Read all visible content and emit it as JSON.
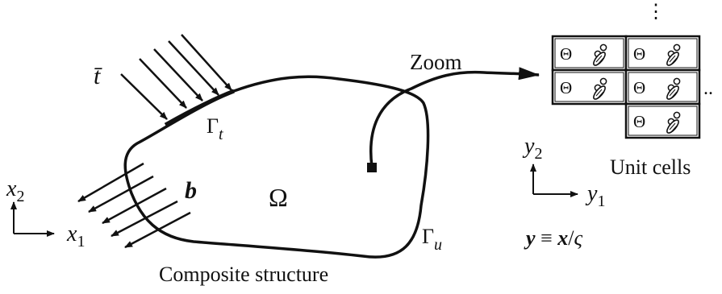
{
  "diagram": {
    "traction_label": "t̄",
    "gamma_t_label": "Γ",
    "gamma_t_sub": "t",
    "body_force_label": "b",
    "domain_label": "Ω",
    "gamma_u_label": "Γ",
    "gamma_u_sub": "u",
    "structure_caption": "Composite structure",
    "zoom_label": "Zoom",
    "unit_cells_caption": "Unit cells",
    "vertical_ellipsis": "⋮",
    "horizontal_ellipsis": "..",
    "theta_symbol": "Θ",
    "macro_axes": {
      "x1_base": "x",
      "x1_sub": "1",
      "x2_base": "x",
      "x2_sub": "2"
    },
    "micro_axes": {
      "y1_base": "y",
      "y1_sub": "1",
      "y2_base": "y",
      "y2_sub": "2"
    },
    "scaling_relation": {
      "lhs": "y",
      "equiv": " ≡ ",
      "rhs": "x",
      "slash": "/",
      "param": "ς"
    },
    "colors": {
      "ink": "#111111",
      "background": "#ffffff"
    }
  }
}
